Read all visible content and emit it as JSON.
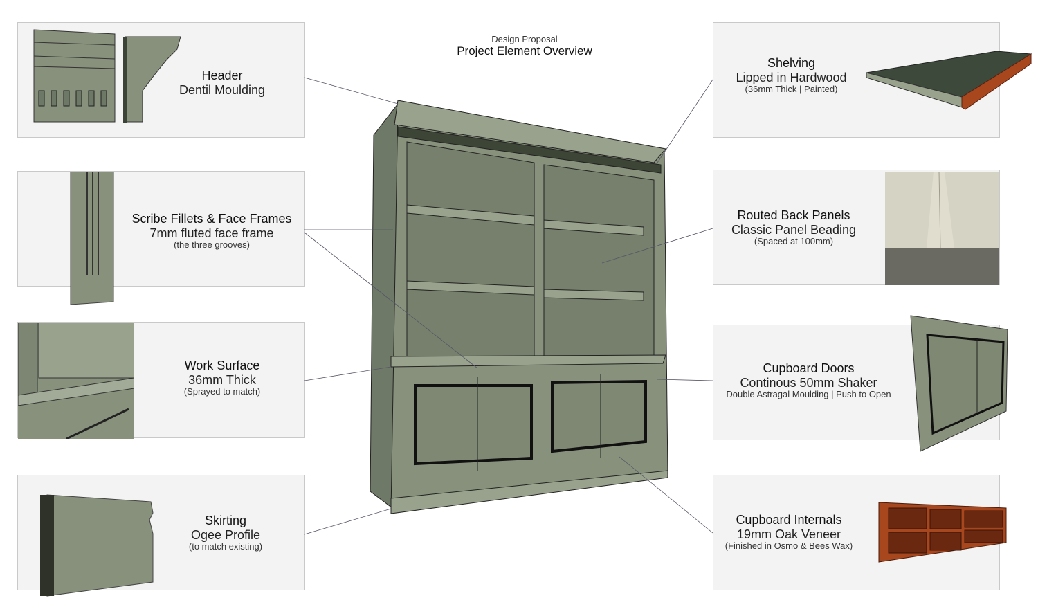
{
  "title": {
    "subtitle": "Design Proposal",
    "heading": "Project Element Overview"
  },
  "left": [
    {
      "title": "Header",
      "line2": "Dentil Moulding",
      "note": ""
    },
    {
      "title": "Scribe Fillets & Face Frames",
      "line2": "7mm fluted face frame",
      "note": "(the three grooves)"
    },
    {
      "title": "Work Surface",
      "line2": "36mm Thick",
      "note": "(Sprayed to match)"
    },
    {
      "title": "Skirting",
      "line2": "Ogee Profile",
      "note": "(to match existing)"
    }
  ],
  "right": [
    {
      "title": "Shelving",
      "line2": "Lipped in Hardwood",
      "note": "(36mm Thick | Painted)"
    },
    {
      "title": "Routed Back Panels",
      "line2": "Classic Panel Beading",
      "note": "(Spaced at 100mm)"
    },
    {
      "title": "Cupboard Doors",
      "line2": "Continous 50mm Shaker",
      "note": "Double Astragal Moulding | Push to Open"
    },
    {
      "title": "Cupboard Internals",
      "line2": "19mm Oak Veneer",
      "note": "(Finished in Osmo & Bees Wax)"
    }
  ],
  "colors": {
    "paint": "#87917c",
    "oak": "#a8461e",
    "panel": "#f3f3f3"
  }
}
